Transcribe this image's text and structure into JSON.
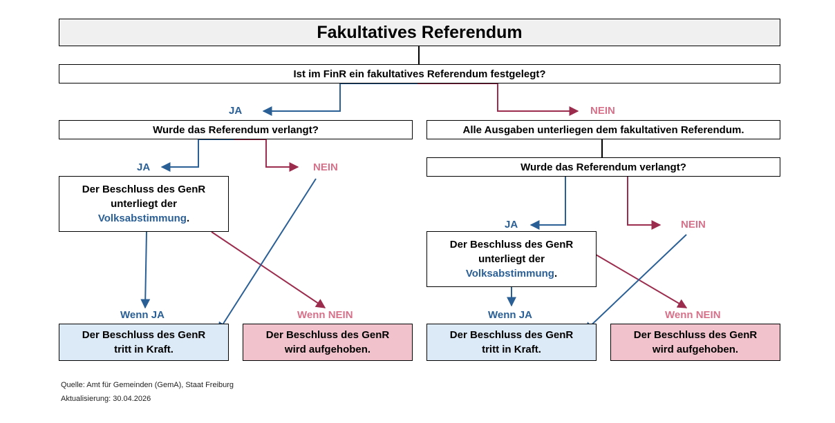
{
  "colors": {
    "ja": "#2a5f95",
    "nein": "#d7718a",
    "line_nein": "#9b2c4e",
    "result_yes_bg": "#dce9f7",
    "result_no_bg": "#f1c2cb",
    "title_bg": "#f0f0f0"
  },
  "title": "Fakultatives Referendum",
  "q1": "Ist im FinR ein fakultatives Referendum festgelegt?",
  "q_left": "Wurde das Referendum verlangt?",
  "stmt_right": "Alle Ausgaben unterliegen dem fakultativen Referendum.",
  "q_right": "Wurde das Referendum verlangt?",
  "labels": {
    "ja": "JA",
    "nein": "NEIN",
    "wenn_ja": "Wenn JA",
    "wenn_nein": "Wenn NEIN"
  },
  "beschluss": {
    "line1": "Der Beschluss des GenR",
    "line2": "unterliegt der",
    "volk": "Volksabstimmung",
    "dot": "."
  },
  "result_yes": {
    "line1": "Der Beschluss des GenR",
    "line2": "tritt in Kraft."
  },
  "result_no": {
    "line1": "Der Beschluss des GenR",
    "line2": "wird aufgehoben."
  },
  "footer": {
    "source": "Quelle: Amt für Gemeinden (GemA), Staat Freiburg",
    "updated": "Aktualisierung: 30.04.2026"
  }
}
